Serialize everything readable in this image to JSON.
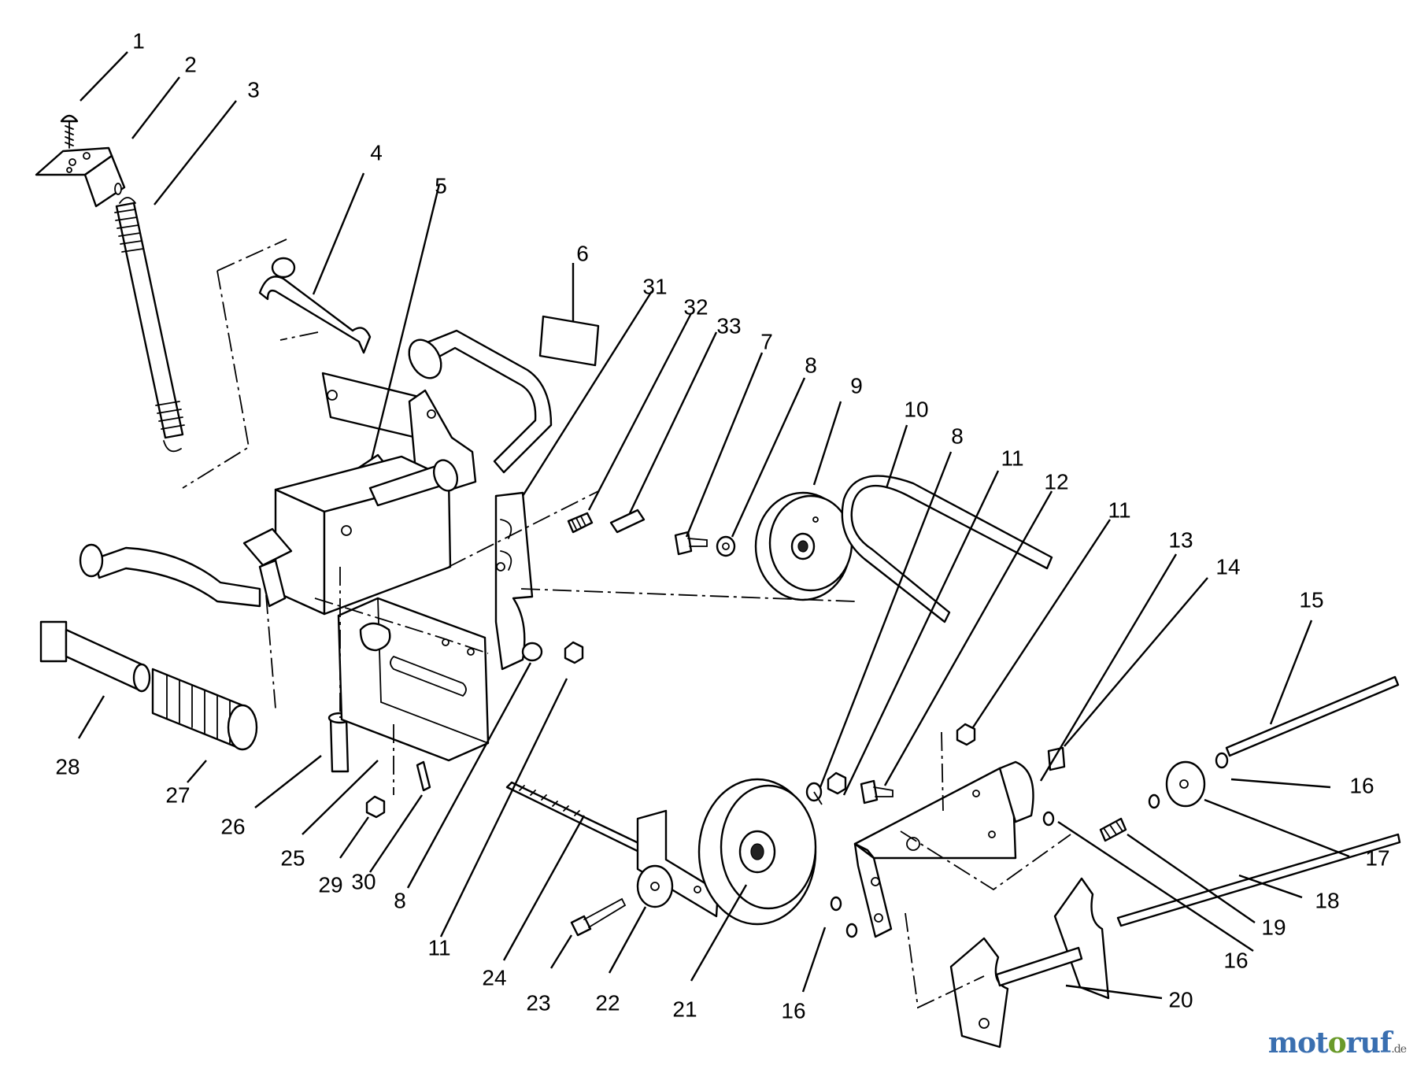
{
  "callouts": [
    "1",
    "2",
    "3",
    "4",
    "5",
    "6",
    "31",
    "32",
    "33",
    "7",
    "8",
    "9",
    "10",
    "8",
    "11",
    "12",
    "11",
    "13",
    "14",
    "15",
    "16",
    "17",
    "18",
    "19",
    "16",
    "20",
    "16",
    "21",
    "22",
    "23",
    "24",
    "11",
    "8",
    "30",
    "29",
    "25",
    "26",
    "27",
    "28"
  ],
  "watermark": {
    "part1": "mot",
    "part2": "o",
    "part3": "ruf",
    "tld": ".de"
  },
  "colors": {
    "line": "#000000",
    "background": "#ffffff",
    "watermark_blue": "#3a6fb0",
    "watermark_green": "#6a9a2a"
  }
}
